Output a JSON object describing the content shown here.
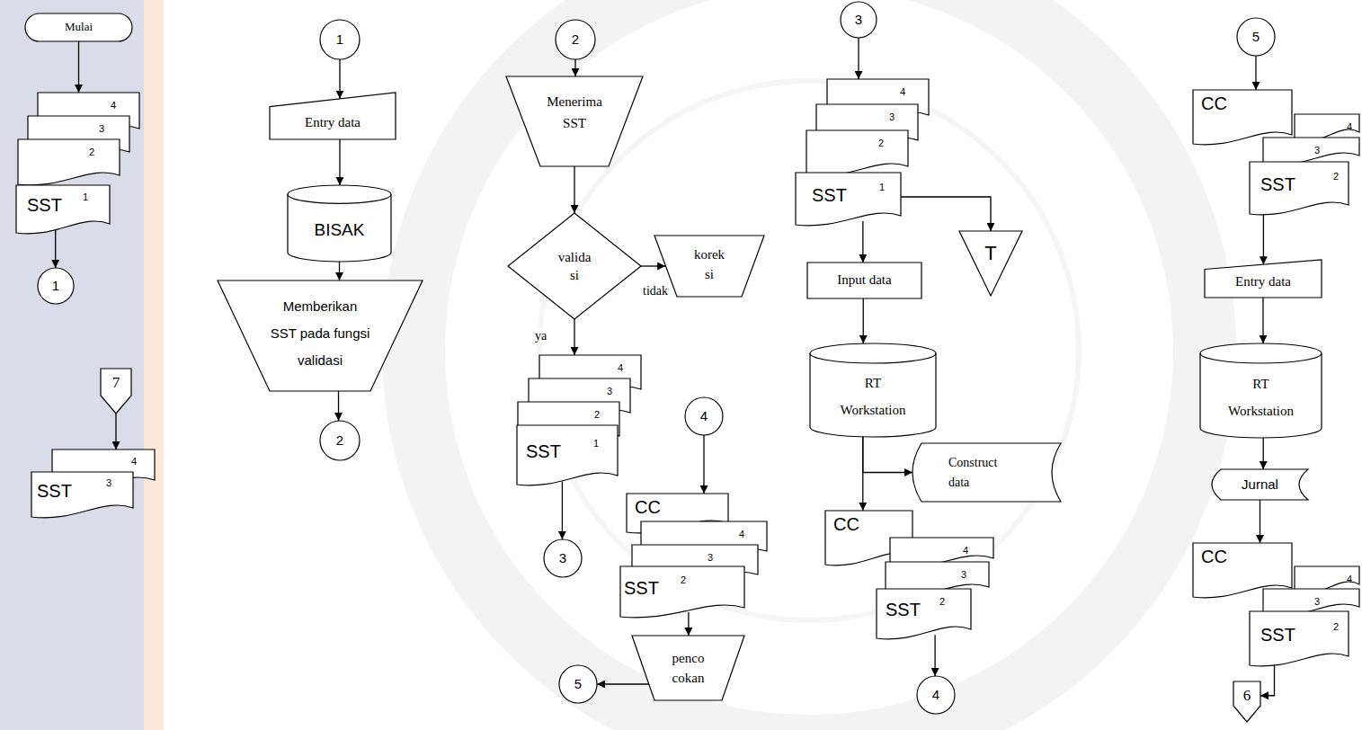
{
  "diagram": {
    "nodes": [
      {
        "text": [
          "Mulai"
        ]
      },
      {
        "text": [
          "4"
        ]
      },
      {
        "text": [
          "3"
        ]
      },
      {
        "text": [
          "2"
        ]
      },
      {
        "text": [
          "SST",
          "1"
        ]
      },
      {
        "text": [
          "1"
        ]
      },
      {
        "text": [
          "7"
        ]
      },
      {
        "text": [
          "4"
        ]
      },
      {
        "text": [
          "SST",
          "3"
        ]
      },
      {
        "text": [
          "1"
        ]
      },
      {
        "text": [
          "Entry data"
        ]
      },
      {
        "text": [
          "BISAK"
        ]
      },
      {
        "text": [
          "Memberikan SST pada fungsi validasi"
        ]
      },
      {
        "text": [
          "2"
        ]
      },
      {
        "text": [
          "2"
        ]
      },
      {
        "text": [
          "Menerima SST"
        ]
      },
      {
        "text": [
          "valida si"
        ]
      },
      {
        "text": [
          "korek si"
        ]
      },
      {
        "text": [
          "4"
        ]
      },
      {
        "text": [
          "3"
        ]
      },
      {
        "text": [
          "2"
        ]
      },
      {
        "text": [
          "SST",
          "1"
        ]
      },
      {
        "text": [
          "3"
        ]
      },
      {
        "text": [
          "4"
        ]
      },
      {
        "text": [
          "CC"
        ]
      },
      {
        "text": [
          "4"
        ]
      },
      {
        "text": [
          "3"
        ]
      },
      {
        "text": [
          "SST",
          "2"
        ]
      },
      {
        "text": [
          "penco cokan"
        ]
      },
      {
        "text": [
          "5"
        ]
      },
      {
        "text": [
          "3"
        ]
      },
      {
        "text": [
          "4"
        ]
      },
      {
        "text": [
          "3"
        ]
      },
      {
        "text": [
          "2"
        ]
      },
      {
        "text": [
          "SST",
          "1"
        ]
      },
      {
        "text": [
          "T"
        ]
      },
      {
        "text": [
          "Input data"
        ]
      },
      {
        "text": [
          "RT Workstation"
        ]
      },
      {
        "text": [
          "Construct data"
        ]
      },
      {
        "text": [
          "CC"
        ]
      },
      {
        "text": [
          "4"
        ]
      },
      {
        "text": [
          "3"
        ]
      },
      {
        "text": [
          "SST",
          "2"
        ]
      },
      {
        "text": [
          "4"
        ]
      },
      {
        "text": [
          "5"
        ]
      },
      {
        "text": [
          "CC"
        ]
      },
      {
        "text": [
          "4"
        ]
      },
      {
        "text": [
          "3"
        ]
      },
      {
        "text": [
          "SST",
          "2"
        ]
      },
      {
        "text": [
          "Entry data"
        ]
      },
      {
        "text": [
          "RT Workstation"
        ]
      },
      {
        "text": [
          "Jurnal"
        ]
      },
      {
        "text": [
          "CC"
        ]
      },
      {
        "text": [
          "4"
        ]
      },
      {
        "text": [
          "3"
        ]
      },
      {
        "text": [
          "SST",
          "2"
        ]
      },
      {
        "text": [
          "6"
        ]
      }
    ],
    "edges": [
      {
        "from": 0,
        "to": 1,
        "arrow": "to"
      },
      {
        "from": 4,
        "to": 5,
        "arrow": "to"
      },
      {
        "from": 6,
        "to": 7,
        "arrow": "to"
      },
      {
        "from": 9,
        "to": 10,
        "arrow": "to"
      },
      {
        "from": 10,
        "to": 11,
        "arrow": "to"
      },
      {
        "from": 11,
        "to": 12,
        "arrow": "to"
      },
      {
        "from": 12,
        "to": 13,
        "arrow": "to"
      },
      {
        "from": 14,
        "to": 15,
        "arrow": "to"
      },
      {
        "from": 15,
        "to": 16,
        "arrow": "to"
      },
      {
        "from": 16,
        "to": 17,
        "label": "tidak",
        "arrow": "to"
      },
      {
        "from": 16,
        "to": 18,
        "label": "ya",
        "arrow": "to"
      },
      {
        "from": 21,
        "to": 22,
        "arrow": "to"
      },
      {
        "from": 23,
        "to": 24,
        "arrow": "to"
      },
      {
        "from": 27,
        "to": 28,
        "arrow": "to"
      },
      {
        "from": 28,
        "to": 29,
        "arrow": "to"
      },
      {
        "from": 30,
        "to": 31,
        "arrow": "to"
      },
      {
        "from": 34,
        "to": 35,
        "arrow": "to"
      },
      {
        "from": 34,
        "to": 36,
        "arrow": "to"
      },
      {
        "from": 36,
        "to": 37,
        "arrow": "to"
      },
      {
        "from": 37,
        "to": 38,
        "arrow": "to"
      },
      {
        "from": 37,
        "to": 39,
        "arrow": "to"
      },
      {
        "from": 42,
        "to": 43,
        "arrow": "to"
      },
      {
        "from": 44,
        "to": 45,
        "arrow": "to"
      },
      {
        "from": 48,
        "to": 49,
        "arrow": "to"
      },
      {
        "from": 49,
        "to": 50,
        "arrow": "to"
      },
      {
        "from": 50,
        "to": 51,
        "arrow": "to"
      },
      {
        "from": 51,
        "to": 52,
        "arrow": "to"
      },
      {
        "from": 55,
        "to": 56,
        "arrow": "to"
      }
    ]
  }
}
